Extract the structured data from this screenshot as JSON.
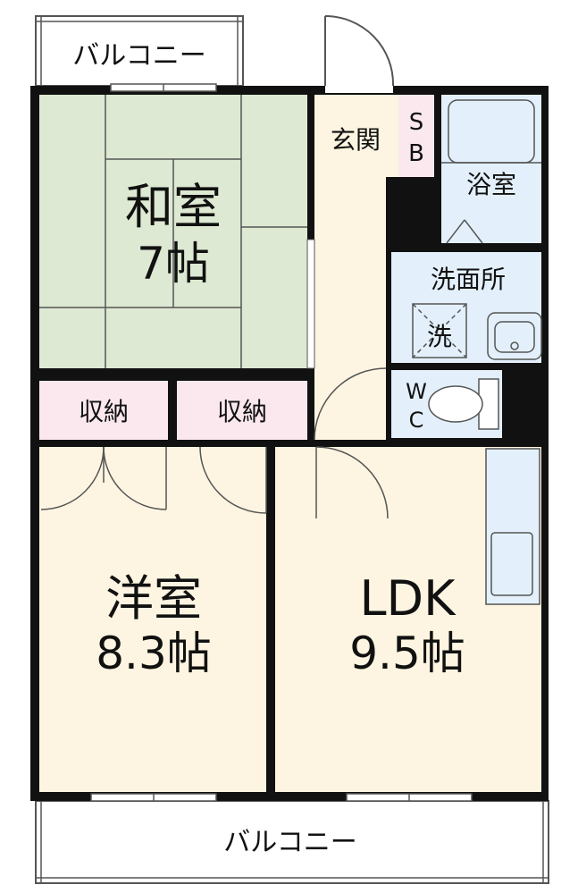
{
  "balcony_top": {
    "label": "バルコニー"
  },
  "balcony_bottom": {
    "label": "バルコニー"
  },
  "washitsu": {
    "name": "和室",
    "size": "7帖"
  },
  "youshitsu": {
    "name": "洋室",
    "size": "8.3帖"
  },
  "ldk": {
    "name": "LDK",
    "size": "9.5帖"
  },
  "genkan": {
    "label": "玄関"
  },
  "shoe_box": {
    "line1": "S",
    "line2": "B"
  },
  "bath": {
    "label": "浴室"
  },
  "washroom": {
    "label": "洗面所",
    "washer": "洗"
  },
  "wc": {
    "line1": "W",
    "line2": "C"
  },
  "storage_left": {
    "label": "収納"
  },
  "storage_right": {
    "label": "収納"
  },
  "colors": {
    "wall": "#111111",
    "tatami": "#dde9d2",
    "floor": "#fdf5e1",
    "water": "#e3f0fb",
    "storage": "#fae8ee"
  }
}
